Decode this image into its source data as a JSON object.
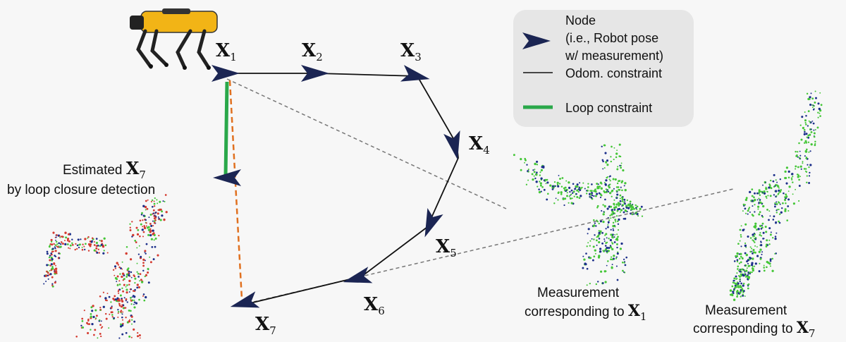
{
  "nodes": [
    {
      "id": "x1",
      "name": "X",
      "sub": "1"
    },
    {
      "id": "x2",
      "name": "X",
      "sub": "2"
    },
    {
      "id": "x3",
      "name": "X",
      "sub": "3"
    },
    {
      "id": "x4",
      "name": "X",
      "sub": "4"
    },
    {
      "id": "x5",
      "name": "X",
      "sub": "5"
    },
    {
      "id": "x6",
      "name": "X",
      "sub": "6"
    },
    {
      "id": "x7",
      "name": "X",
      "sub": "7"
    }
  ],
  "estimated_label": {
    "line1": "Estimated ",
    "symbol": "X",
    "sub": "7",
    "line2": "by loop closure detection"
  },
  "legend": {
    "node_line1": "Node",
    "node_line2": "(i.e., Robot pose",
    "node_line3": "w/ measurement)",
    "odom": "Odom. constraint",
    "loop": "Loop constraint"
  },
  "measurement1": {
    "line1": "Measurement",
    "line2": "corresponding to ",
    "symbol": "X",
    "sub": "1"
  },
  "measurement7": {
    "line1": "Measurement",
    "line2": "corresponding to ",
    "symbol": "X",
    "sub": "7"
  },
  "colors": {
    "node": "#1b2553",
    "loop": "#2aa84a",
    "estimate_line": "#e0701f",
    "dashed": "#777777",
    "robot": "#f2b416",
    "cloud_green": "#44c637",
    "cloud_blue": "#1c2f8a",
    "cloud_red": "#d43a2f",
    "legend_bg": "#e6e6e6"
  },
  "icons": [
    "robot-dog-icon",
    "node-arrow-icon"
  ]
}
